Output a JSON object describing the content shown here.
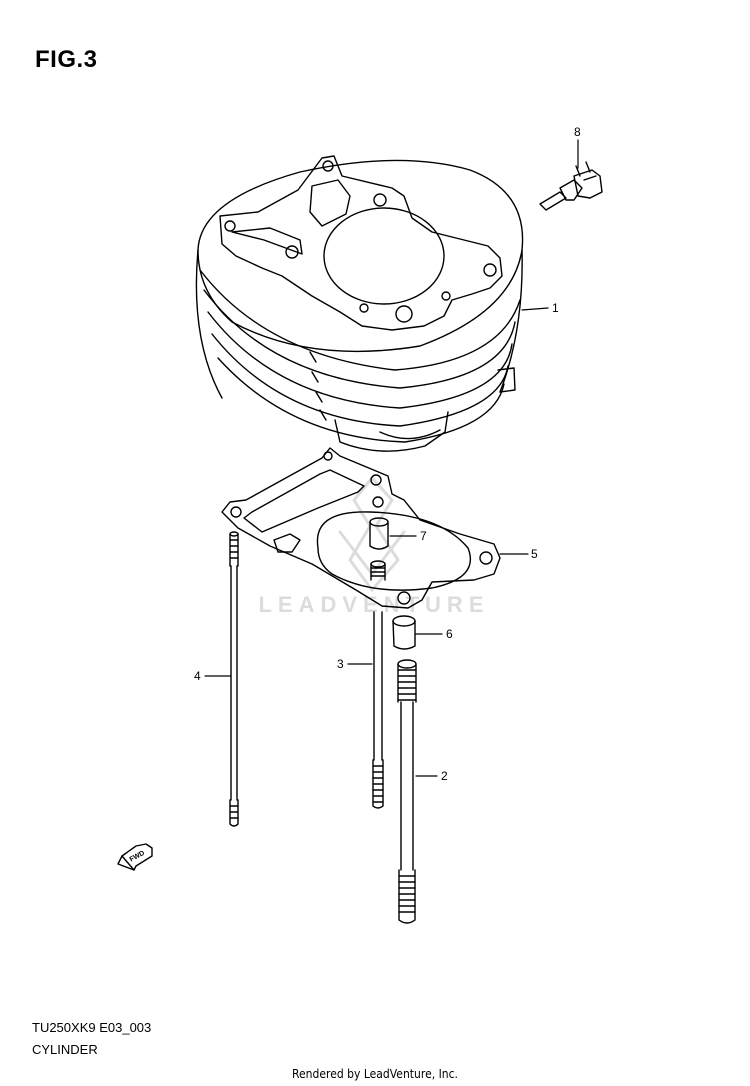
{
  "figure": {
    "title": "FIG.3",
    "code": "TU250XK9 E03_003",
    "name": "CYLINDER"
  },
  "watermark": {
    "text": "LEADVENTURE"
  },
  "fwd_arrow": {
    "label": "FWD"
  },
  "footer": {
    "credit": "Rendered by LeadVenture, Inc."
  },
  "callouts": [
    {
      "number": "1",
      "part": "cylinder"
    },
    {
      "number": "2",
      "part": "long-stud"
    },
    {
      "number": "3",
      "part": "stud"
    },
    {
      "number": "4",
      "part": "long-thin-stud"
    },
    {
      "number": "5",
      "part": "base-gasket"
    },
    {
      "number": "6",
      "part": "dowel-pin"
    },
    {
      "number": "7",
      "part": "dowel-pin"
    },
    {
      "number": "8",
      "part": "temperature-sensor"
    }
  ],
  "colors": {
    "line": "#000000",
    "watermark": "#d9d9d9"
  }
}
